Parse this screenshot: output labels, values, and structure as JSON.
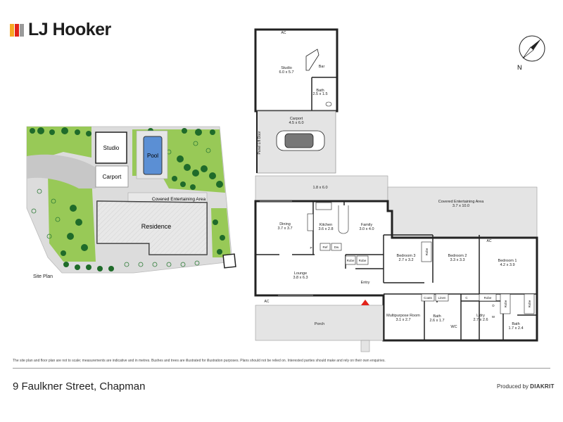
{
  "brand": {
    "name": "LJ Hooker",
    "colors": {
      "orange": "#f7a823",
      "red": "#e2231a",
      "grey": "#9a9a9a"
    }
  },
  "site_plan": {
    "caption": "Site Plan",
    "labels": {
      "studio": "Studio",
      "pool": "Pool",
      "carport": "Carport",
      "covered": "Covered Entertaining Area",
      "residence": "Residence"
    }
  },
  "floor_plan": {
    "outbuilding": {
      "studio": {
        "name": "Studio",
        "size": "6.0 x 5.7"
      },
      "bar": "Bar",
      "bath": {
        "name": "Bath",
        "size": "2.5 x 1.5"
      },
      "ac": "AC",
      "carport": {
        "name": "Carport",
        "size": "4.5 x 6.0"
      },
      "panel_lift_door": "Panel Lift Door"
    },
    "breezeway": "1.8 x 6.0",
    "covered_area": {
      "name": "Covered Entertaining Area",
      "size": "3.7 x 10.0"
    },
    "rooms": {
      "dining": {
        "name": "Dining",
        "size": "3.7 x 3.7"
      },
      "kitchen": {
        "name": "Kitchen",
        "size": "3.6 x 2.8"
      },
      "family": {
        "name": "Family",
        "size": "3.0 x 4.0"
      },
      "bedroom3": {
        "name": "Bedroom 3",
        "size": "2.7 x 3.2"
      },
      "bedroom2": {
        "name": "Bedroom 2",
        "size": "3.3 x 3.3"
      },
      "bedroom1": {
        "name": "Bedroom 1",
        "size": "4.2 x 3.9"
      },
      "lounge": {
        "name": "Lounge",
        "size": "3.8 x 6.3"
      },
      "multipurpose": {
        "name": "Multipurpose Room",
        "size": "3.1 x 2.7"
      },
      "bath_main": {
        "name": "Bath",
        "size": "2.6 x 1.7"
      },
      "laundry": {
        "name": "L'dry",
        "size": "2.7 x 2.6"
      },
      "ensuite": {
        "name": "Bath",
        "size": "1.7 x 2.4"
      }
    },
    "small_labels": {
      "entry": "Entry",
      "porch": "Porch",
      "robe": "Robe",
      "ref": "Ref",
      "dw": "Dw",
      "coats": "Coats",
      "linen": "Linen",
      "wc": "WC",
      "ac": "AC",
      "c": "C",
      "p": "P",
      "d": "D",
      "w": "W"
    }
  },
  "compass": "N",
  "disclaimer": "The site plan and floor plan are not to scale; measurements are indicative and in metres. Bushes and trees are illustrated for illustration purposes. Plans should not be relied on. Interested parties should make and rely on their own enquiries.",
  "address": "9 Faulkner Street, Chapman",
  "producer": {
    "prefix": "Produced by",
    "name": "DIAKRIT"
  }
}
